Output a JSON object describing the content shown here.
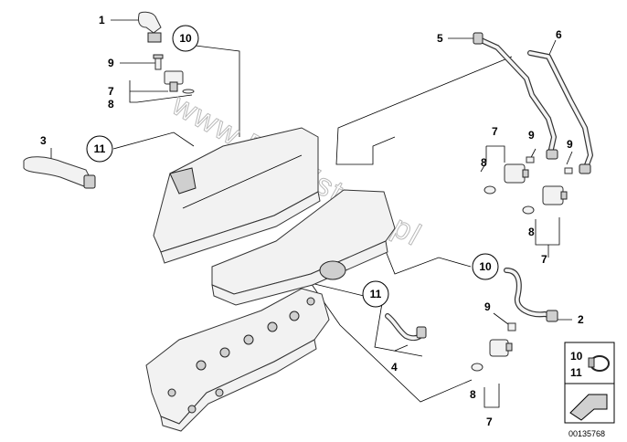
{
  "callouts": {
    "c1": "1",
    "c2": "2",
    "c3": "3",
    "c4": "4",
    "c5": "5",
    "c6": "6",
    "c7a": "7",
    "c7b": "7",
    "c7c": "7",
    "c7d": "7",
    "c8a": "8",
    "c8b": "8",
    "c8c": "8",
    "c8d": "8",
    "c9a": "9",
    "c9b": "9",
    "c9c": "9",
    "c9d": "9",
    "k10a": "10",
    "k10b": "10",
    "k11a": "11",
    "k11b": "11"
  },
  "legend": {
    "item1": "10",
    "item2": "11"
  },
  "watermark": "www.BMWstore.pl",
  "diagram_number": "00135768"
}
